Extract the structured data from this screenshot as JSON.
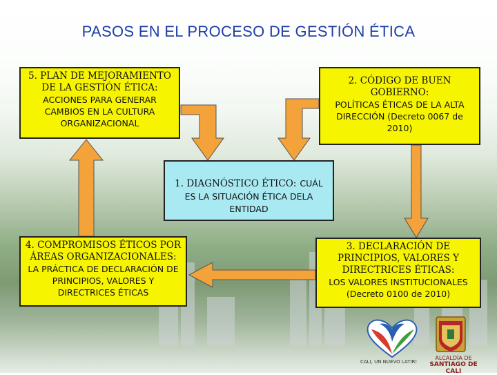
{
  "title": "PASOS EN EL PROCESO DE GESTIÓN ÉTICA",
  "steps": {
    "step1": {
      "head": "1. DIAGNÓSTICO ÉTICO:",
      "body": "CUÁL ES LA SITUACIÓN ÉTICA DELA ENTIDAD"
    },
    "step2": {
      "head": "2. CÓDIGO DE BUEN GOBIERNO:",
      "body": "POLÍTICAS ÉTICAS DE LA ALTA DIRECCIÓN (Decreto 0067 de 2010)"
    },
    "step3": {
      "head": "3. DECLARACIÓN DE PRINCIPIOS, VALORES Y DIRECTRICES ÉTICAS:",
      "body": "LOS VALORES INSTITUCIONALES (Decreto 0100 de 2010)"
    },
    "step4": {
      "head": "4. COMPROMISOS ÉTICOS POR ÁREAS ORGANIZACIONALES:",
      "body": "LA PRÁCTICA DE DECLARACIÓN DE PRINCIPIOS, VALORES Y DIRECTRICES ÉTICAS"
    },
    "step5": {
      "head": "5. PLAN DE MEJORAMIENTO DE LA GESTIÓN ÉTICA:",
      "body": "ACCIONES PARA GENERAR CAMBIOS EN LA CULTURA ORGANIZACIONAL"
    }
  },
  "logos": {
    "heart_slogan": "CALI, UN NUEVO LATIR!",
    "alcaldia_line1": "ALCALDÍA DE",
    "alcaldia_line2": "SANTIAGO DE CALI"
  },
  "colors": {
    "yellow": "#f7f400",
    "cyan": "#a9e9f1",
    "arrow": "#f4a23a",
    "title": "#1f3fa8"
  }
}
